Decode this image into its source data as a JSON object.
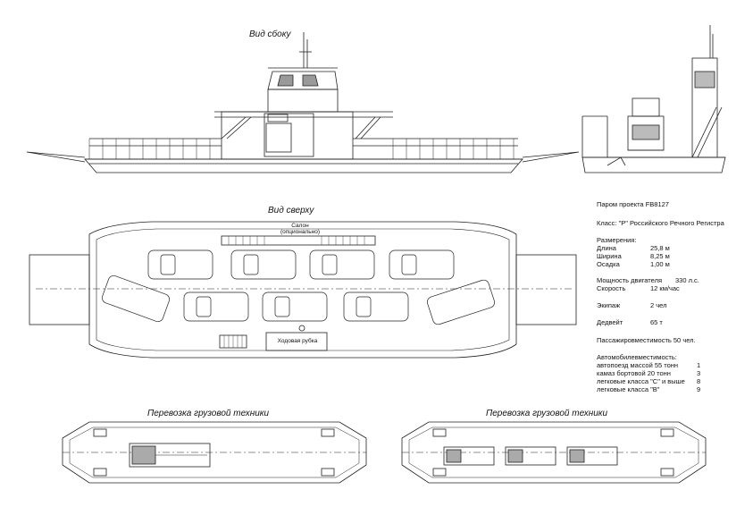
{
  "views": {
    "side": "Вид сбоку",
    "top": "Вид сверху",
    "cargo_left": "Перевозка грузовой техники",
    "cargo_right": "Перевозка грузовой техники"
  },
  "deck_labels": {
    "salon": "Салон",
    "salon_note": "(опционально)",
    "wheelhouse": "Ходовая рубка"
  },
  "specs": {
    "project": "Паром проекта FB8127",
    "class": "Класс: \"Р\" Российского Речного Регистра",
    "dimensions_title": "Размерения:",
    "dims": [
      {
        "label": "Длина",
        "value": "25,8 м"
      },
      {
        "label": "Ширина",
        "value": "8,25 м"
      },
      {
        "label": "Осадка",
        "value": "1,00 м"
      }
    ],
    "power": {
      "label": "Мощность двигателя",
      "value": "330 л.с."
    },
    "speed": {
      "label": "Скорость",
      "value": "12 км/час"
    },
    "crew": {
      "label": "Экипаж",
      "value": "2 чел"
    },
    "deadweight": {
      "label": "Дедвейт",
      "value": "65 т"
    },
    "passengers": "Пассажировместимость 50 чел.",
    "vehicles_title": "Автомобилевместимость:",
    "vehicles": [
      {
        "label": "автопоезд массой 55 тонн",
        "value": "1"
      },
      {
        "label": "камаз бортовой 20 тонн",
        "value": "3"
      },
      {
        "label": "легковые класса \"С\" и выше",
        "value": "8"
      },
      {
        "label": "легковые класса \"В\"",
        "value": "9"
      }
    ]
  }
}
